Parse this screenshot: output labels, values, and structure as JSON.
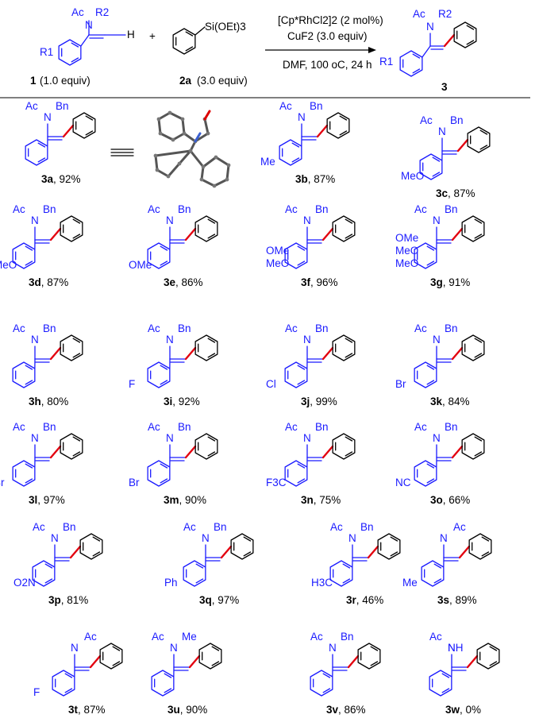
{
  "reaction": {
    "reactant1_label": "1",
    "reactant1_equiv": "(1.0 equiv)",
    "reactant2_label": "2a",
    "reactant2_equiv": "(3.0 equiv)",
    "reactant2_group": "Si(OEt)3",
    "product_label": "3",
    "catalyst": "[Cp*RhCl2]2 (2 mol%)",
    "additive": "CuF2 (3.0 equiv)",
    "conditions": "DMF, 100 oC, 24 h",
    "plus": "+",
    "sub_labels": {
      "ac": "Ac",
      "n": "N",
      "r2": "R2",
      "r1": "R1",
      "h": "H"
    }
  },
  "colors": {
    "substrate": "#1a1aff",
    "new_bond": "#e3000f",
    "reagent": "#000000"
  },
  "products": [
    {
      "id": "3a",
      "yield": "92%",
      "n_sub": "Bn",
      "aryl_sub": "",
      "note": "X-ray structure shown"
    },
    {
      "id": "3b",
      "yield": "87%",
      "n_sub": "Bn",
      "aryl_sub": "Me"
    },
    {
      "id": "3c",
      "yield": "87%",
      "n_sub": "Bn",
      "aryl_sub": "MeO"
    },
    {
      "id": "3d",
      "yield": "87%",
      "n_sub": "Bn",
      "aryl_sub": "MeO"
    },
    {
      "id": "3e",
      "yield": "86%",
      "n_sub": "Bn",
      "aryl_sub": "OMe"
    },
    {
      "id": "3f",
      "yield": "96%",
      "n_sub": "Bn",
      "aryl_sub": "MeO / OMe"
    },
    {
      "id": "3g",
      "yield": "91%",
      "n_sub": "Bn",
      "aryl_sub": "MeO / MeO / OMe"
    },
    {
      "id": "3h",
      "yield": "80%",
      "n_sub": "Bn",
      "aryl_sub": ""
    },
    {
      "id": "3i",
      "yield": "92%",
      "n_sub": "Bn",
      "aryl_sub": "F"
    },
    {
      "id": "3j",
      "yield": "99%",
      "n_sub": "Bn",
      "aryl_sub": "Cl"
    },
    {
      "id": "3k",
      "yield": "84%",
      "n_sub": "Bn",
      "aryl_sub": "Br"
    },
    {
      "id": "3l",
      "yield": "97%",
      "n_sub": "Bn",
      "aryl_sub": "Br"
    },
    {
      "id": "3m",
      "yield": "90%",
      "n_sub": "Bn",
      "aryl_sub": "Br"
    },
    {
      "id": "3n",
      "yield": "75%",
      "n_sub": "Bn",
      "aryl_sub": "F3C"
    },
    {
      "id": "3o",
      "yield": "66%",
      "n_sub": "Bn",
      "aryl_sub": "NC"
    },
    {
      "id": "3p",
      "yield": "81%",
      "n_sub": "Bn",
      "aryl_sub": "O2N"
    },
    {
      "id": "3q",
      "yield": "97%",
      "n_sub": "Bn",
      "aryl_sub": "Ph"
    },
    {
      "id": "3r",
      "yield": "46%",
      "n_sub": "Bn",
      "aryl_sub": "H3C"
    },
    {
      "id": "3s",
      "yield": "89%",
      "n_sub": "Ac",
      "aryl_sub": "Me"
    },
    {
      "id": "3t",
      "yield": "87%",
      "n_sub": "Ac",
      "aryl_sub": "F"
    },
    {
      "id": "3u",
      "yield": "90%",
      "n_sub": "Me",
      "aryl_sub": ""
    },
    {
      "id": "3v",
      "yield": "86%",
      "n_sub": "Bn",
      "aryl_sub": ""
    },
    {
      "id": "3w",
      "yield": "0%",
      "n_sub": "NH",
      "aryl_sub": ""
    }
  ]
}
